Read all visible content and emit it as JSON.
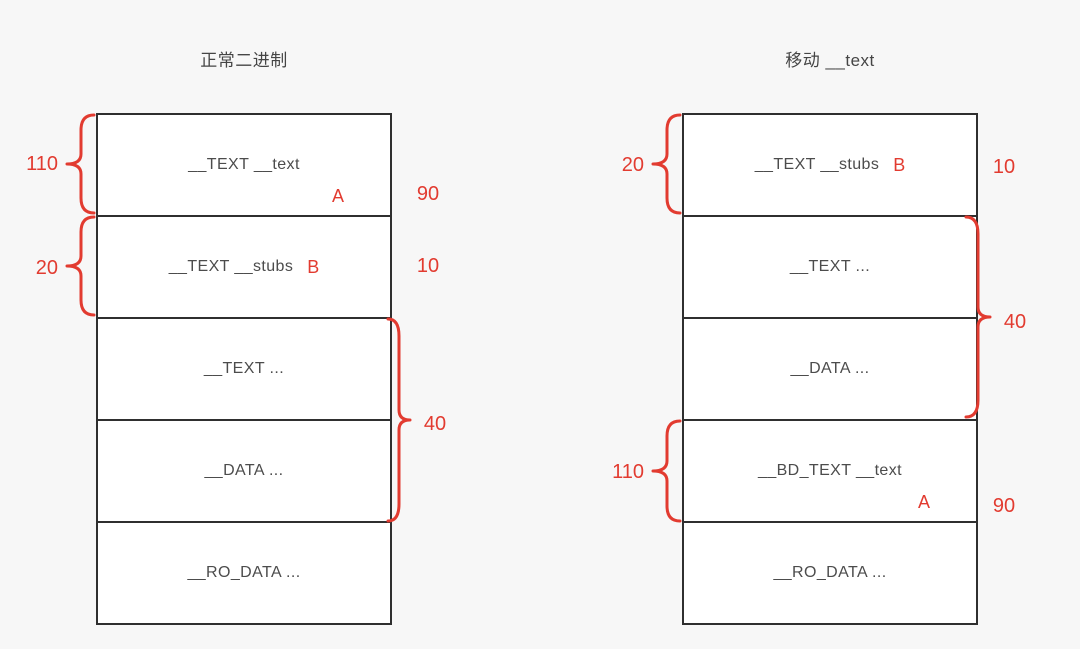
{
  "colors": {
    "background": "#f7f7f7",
    "box_fill": "#ffffff",
    "box_border": "#2f2f2f",
    "label_text": "#4c4c4c",
    "accent_red": "#e23b30"
  },
  "icons": {
    "brace": "curly-brace"
  },
  "left_diagram": {
    "title": "正常二进制",
    "boxes": [
      {
        "label": "__TEXT __text",
        "corner_letter": "A"
      },
      {
        "label": "__TEXT __stubs",
        "inline_letter": "B"
      },
      {
        "label": "__TEXT ..."
      },
      {
        "label": "__DATA ..."
      },
      {
        "label": "__RO_DATA ..."
      }
    ],
    "left_braces": [
      {
        "value": "110",
        "spans": "__TEXT __text"
      },
      {
        "value": "20",
        "spans": "__TEXT __stubs"
      }
    ],
    "right_braces": [
      {
        "value": "40",
        "spans": "__TEXT ... + __DATA ..."
      }
    ],
    "side_values": [
      {
        "value": "90",
        "row": "__TEXT __text A"
      },
      {
        "value": "10",
        "row": "__TEXT __stubs B"
      }
    ]
  },
  "right_diagram": {
    "title": "移动 __text",
    "boxes": [
      {
        "label": "__TEXT __stubs",
        "inline_letter": "B"
      },
      {
        "label": "__TEXT ..."
      },
      {
        "label": "__DATA ..."
      },
      {
        "label": "__BD_TEXT __text",
        "corner_letter": "A"
      },
      {
        "label": "__RO_DATA ..."
      }
    ],
    "left_braces": [
      {
        "value": "20",
        "spans": "__TEXT __stubs"
      },
      {
        "value": "110",
        "spans": "__BD_TEXT __text"
      }
    ],
    "right_braces": [
      {
        "value": "40",
        "spans": "__TEXT ... + __DATA ..."
      }
    ],
    "side_values": [
      {
        "value": "10",
        "row": "__TEXT __stubs B"
      },
      {
        "value": "90",
        "row": "__BD_TEXT __text A"
      }
    ]
  }
}
